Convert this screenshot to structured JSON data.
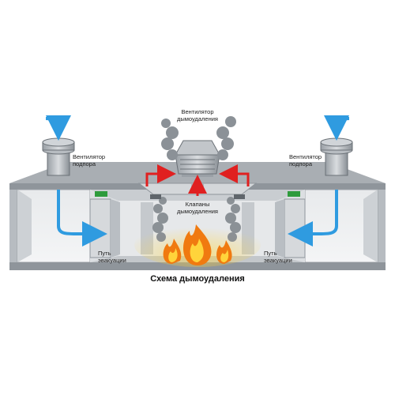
{
  "labels": {
    "fan_smoke": [
      "Вентилятор",
      "дымоудаления"
    ],
    "fan_supply_left": [
      "Вентилятор",
      "подпора"
    ],
    "fan_supply_right": [
      "Вентилятор",
      "подпора"
    ],
    "valves": [
      "Клапаны",
      "дымоудаления"
    ],
    "evac_left": [
      "Путь",
      "эвакуации"
    ],
    "evac_right": [
      "Путь",
      "эвакуации"
    ]
  },
  "caption": "Схема дымоудаления",
  "colors": {
    "supply_air": "#2f9be0",
    "smoke_flow": "#e02020",
    "exit_sign": "#2e9b3c",
    "flame_outer": "#f07a10",
    "flame_inner": "#ffd43b"
  }
}
